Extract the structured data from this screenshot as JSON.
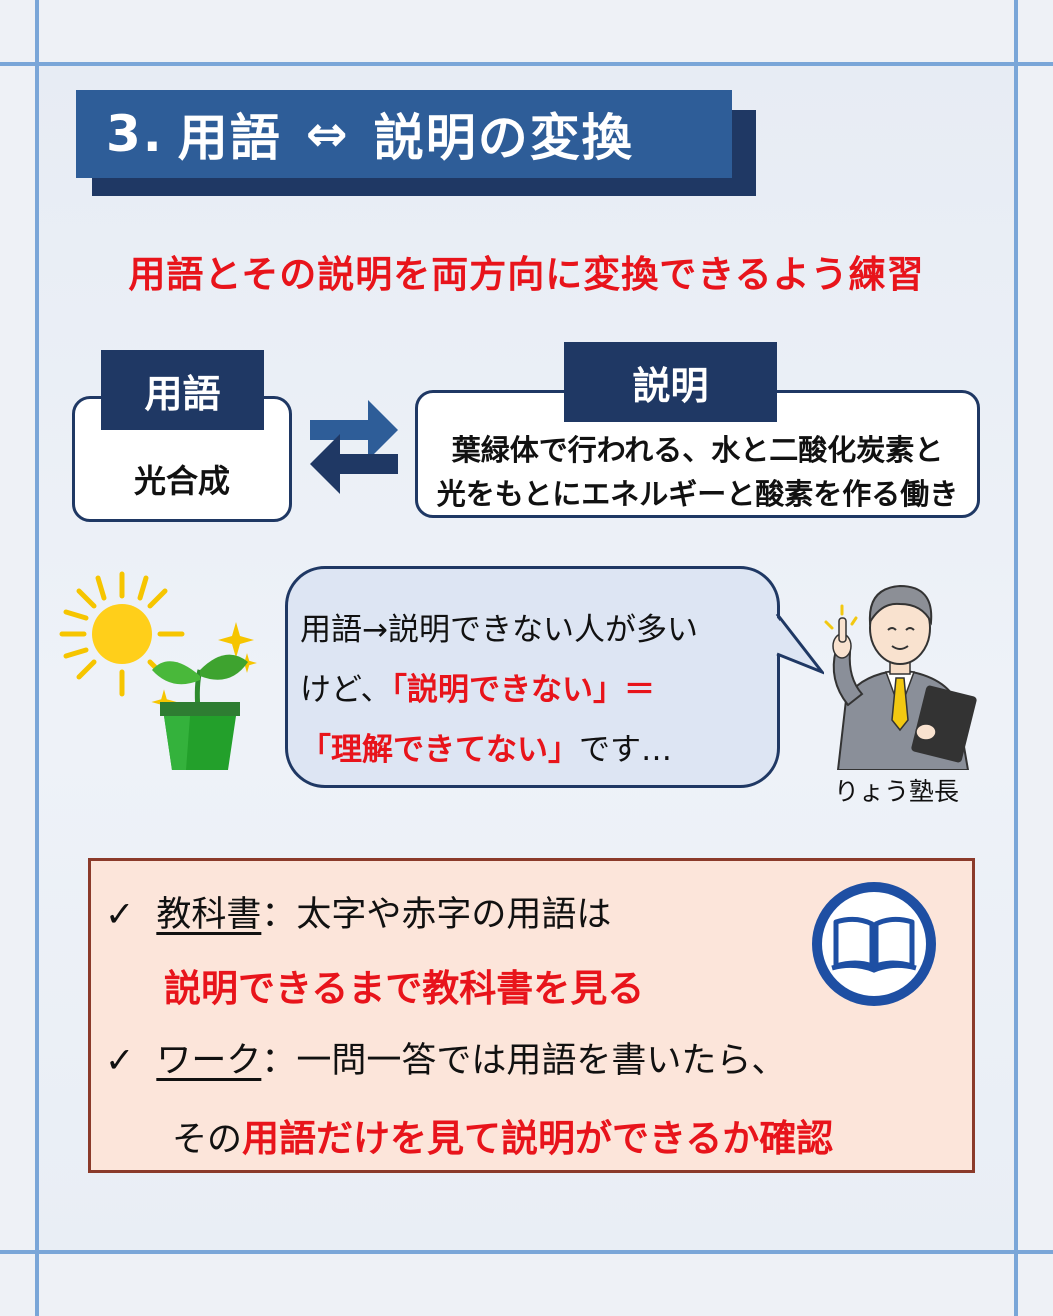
{
  "title": {
    "number": "3.",
    "term": "用語",
    "arrow": "⇔",
    "rest": "説明の変換"
  },
  "subtitle": "用語とその説明を両方向に変換できるよう練習",
  "term_card": {
    "label": "用語",
    "value": "光合成"
  },
  "desc_card": {
    "label": "説明",
    "line1": "葉緑体で行われる、水と二酸化炭素と",
    "line2": "光をもとにエネルギーと酸素を作る働き"
  },
  "bubble": {
    "line1": "用語→説明できない人が多い",
    "line2_plain": "けど、",
    "line2_red": "「説明できない」＝",
    "line3_red": "「理解できてない」",
    "line3_plain": "です…"
  },
  "speaker": "りょう塾長",
  "tips": {
    "item1": {
      "check": "✓",
      "key": "教科書",
      "rest": "：太字や赤字の用語は",
      "red": "説明できるまで教科書を見る"
    },
    "item2": {
      "check": "✓",
      "key": "ワーク",
      "rest": "：一問一答では用語を書いたら、",
      "plain": "その",
      "red": "用語だけを見て説明ができるか確認"
    }
  },
  "colors": {
    "accent_red": "#e8141b",
    "navy": "#1f3864",
    "title_blue": "#2e5d98",
    "tips_bg": "#fce5da",
    "book_icon_blue": "#1e4fa3"
  },
  "icons": [
    "sun-icon",
    "sprout-icon",
    "sparkle-icon",
    "swap-arrows-icon",
    "teacher-illustration",
    "book-icon"
  ]
}
